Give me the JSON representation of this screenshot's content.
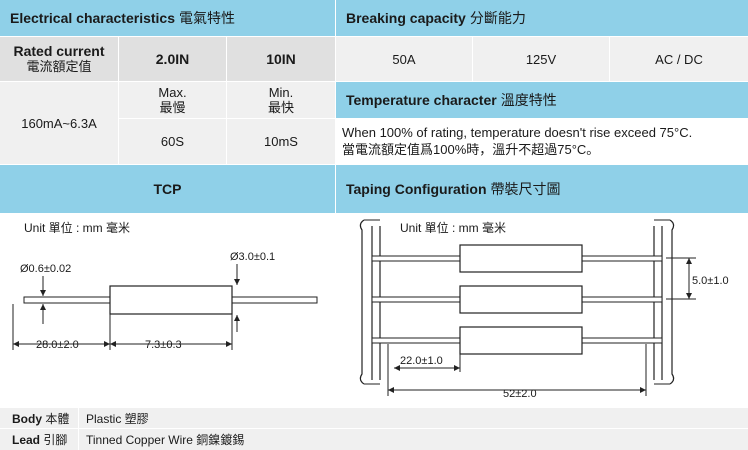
{
  "electrical": {
    "title": "Electrical characteristics",
    "title_zh": "電氣特性",
    "rated_current_label": "Rated current",
    "rated_current_label_zh": "電流額定值",
    "col1": "2.0IN",
    "col2": "10IN",
    "range": "160mA~6.3A",
    "max_label": "Max.",
    "max_label_zh": "最慢",
    "min_label": "Min.",
    "min_label_zh": "最快",
    "max_value": "60S",
    "min_value": "10mS"
  },
  "breaking": {
    "title": "Breaking capacity",
    "title_zh": "分斷能力",
    "values": [
      "50A",
      "125V",
      "AC / DC"
    ]
  },
  "temperature": {
    "title": "Temperature character",
    "title_zh": "溫度特性",
    "line1": "When 100% of rating, temperature doesn't rise exceed 75°C.",
    "line2": "當電流額定值爲100%時，溫升不超過75°C。"
  },
  "tcp": {
    "title": "TCP",
    "unit": "Unit 單位 : mm 毫米",
    "dim_wire": "Ø0.6±0.02",
    "dim_body_dia": "Ø3.0±0.1",
    "dim_lead": "28.0±2.0",
    "dim_body_len": "7.3±0.3"
  },
  "taping": {
    "title": "Taping Configuration",
    "title_zh": "帶裝尺寸圖",
    "unit": "Unit 單位 : mm 毫米",
    "dim_pitch": "5.0±1.0",
    "dim_offset": "22.0±1.0",
    "dim_width": "52±2.0"
  },
  "footer": {
    "body_label": "Body",
    "body_label_zh": "本體",
    "body_value": "Plastic 塑膠",
    "lead_label": "Lead",
    "lead_label_zh": "引腳",
    "lead_value": "Tinned Copper Wire 銅鎳鍍錫"
  },
  "colors": {
    "header": "#8fd0e8",
    "cell": "#f0f0f0",
    "cell_dark": "#e0e0e0"
  }
}
